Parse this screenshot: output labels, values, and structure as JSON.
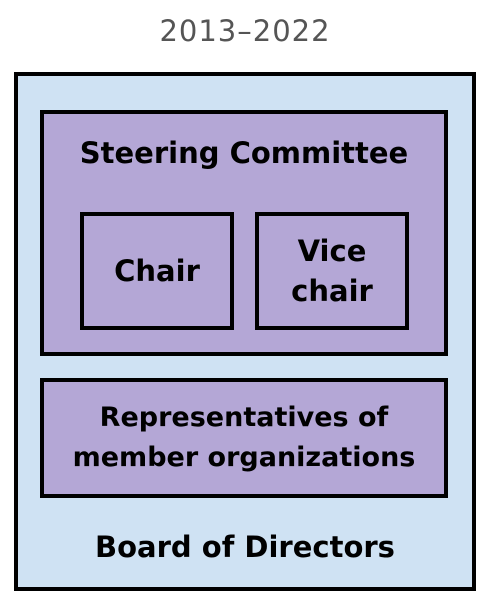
{
  "period": "2013–2022",
  "board": {
    "label": "Board of Directors"
  },
  "steering_committee": {
    "title": "Steering Committee",
    "roles": [
      "Chair",
      "Vice chair"
    ]
  },
  "representatives": {
    "label": "Representatives of member organizations"
  },
  "colors": {
    "board_fill": "#cfe2f3",
    "committee_fill": "#b4a7d6",
    "border": "#000000",
    "period_text": "#555555"
  }
}
